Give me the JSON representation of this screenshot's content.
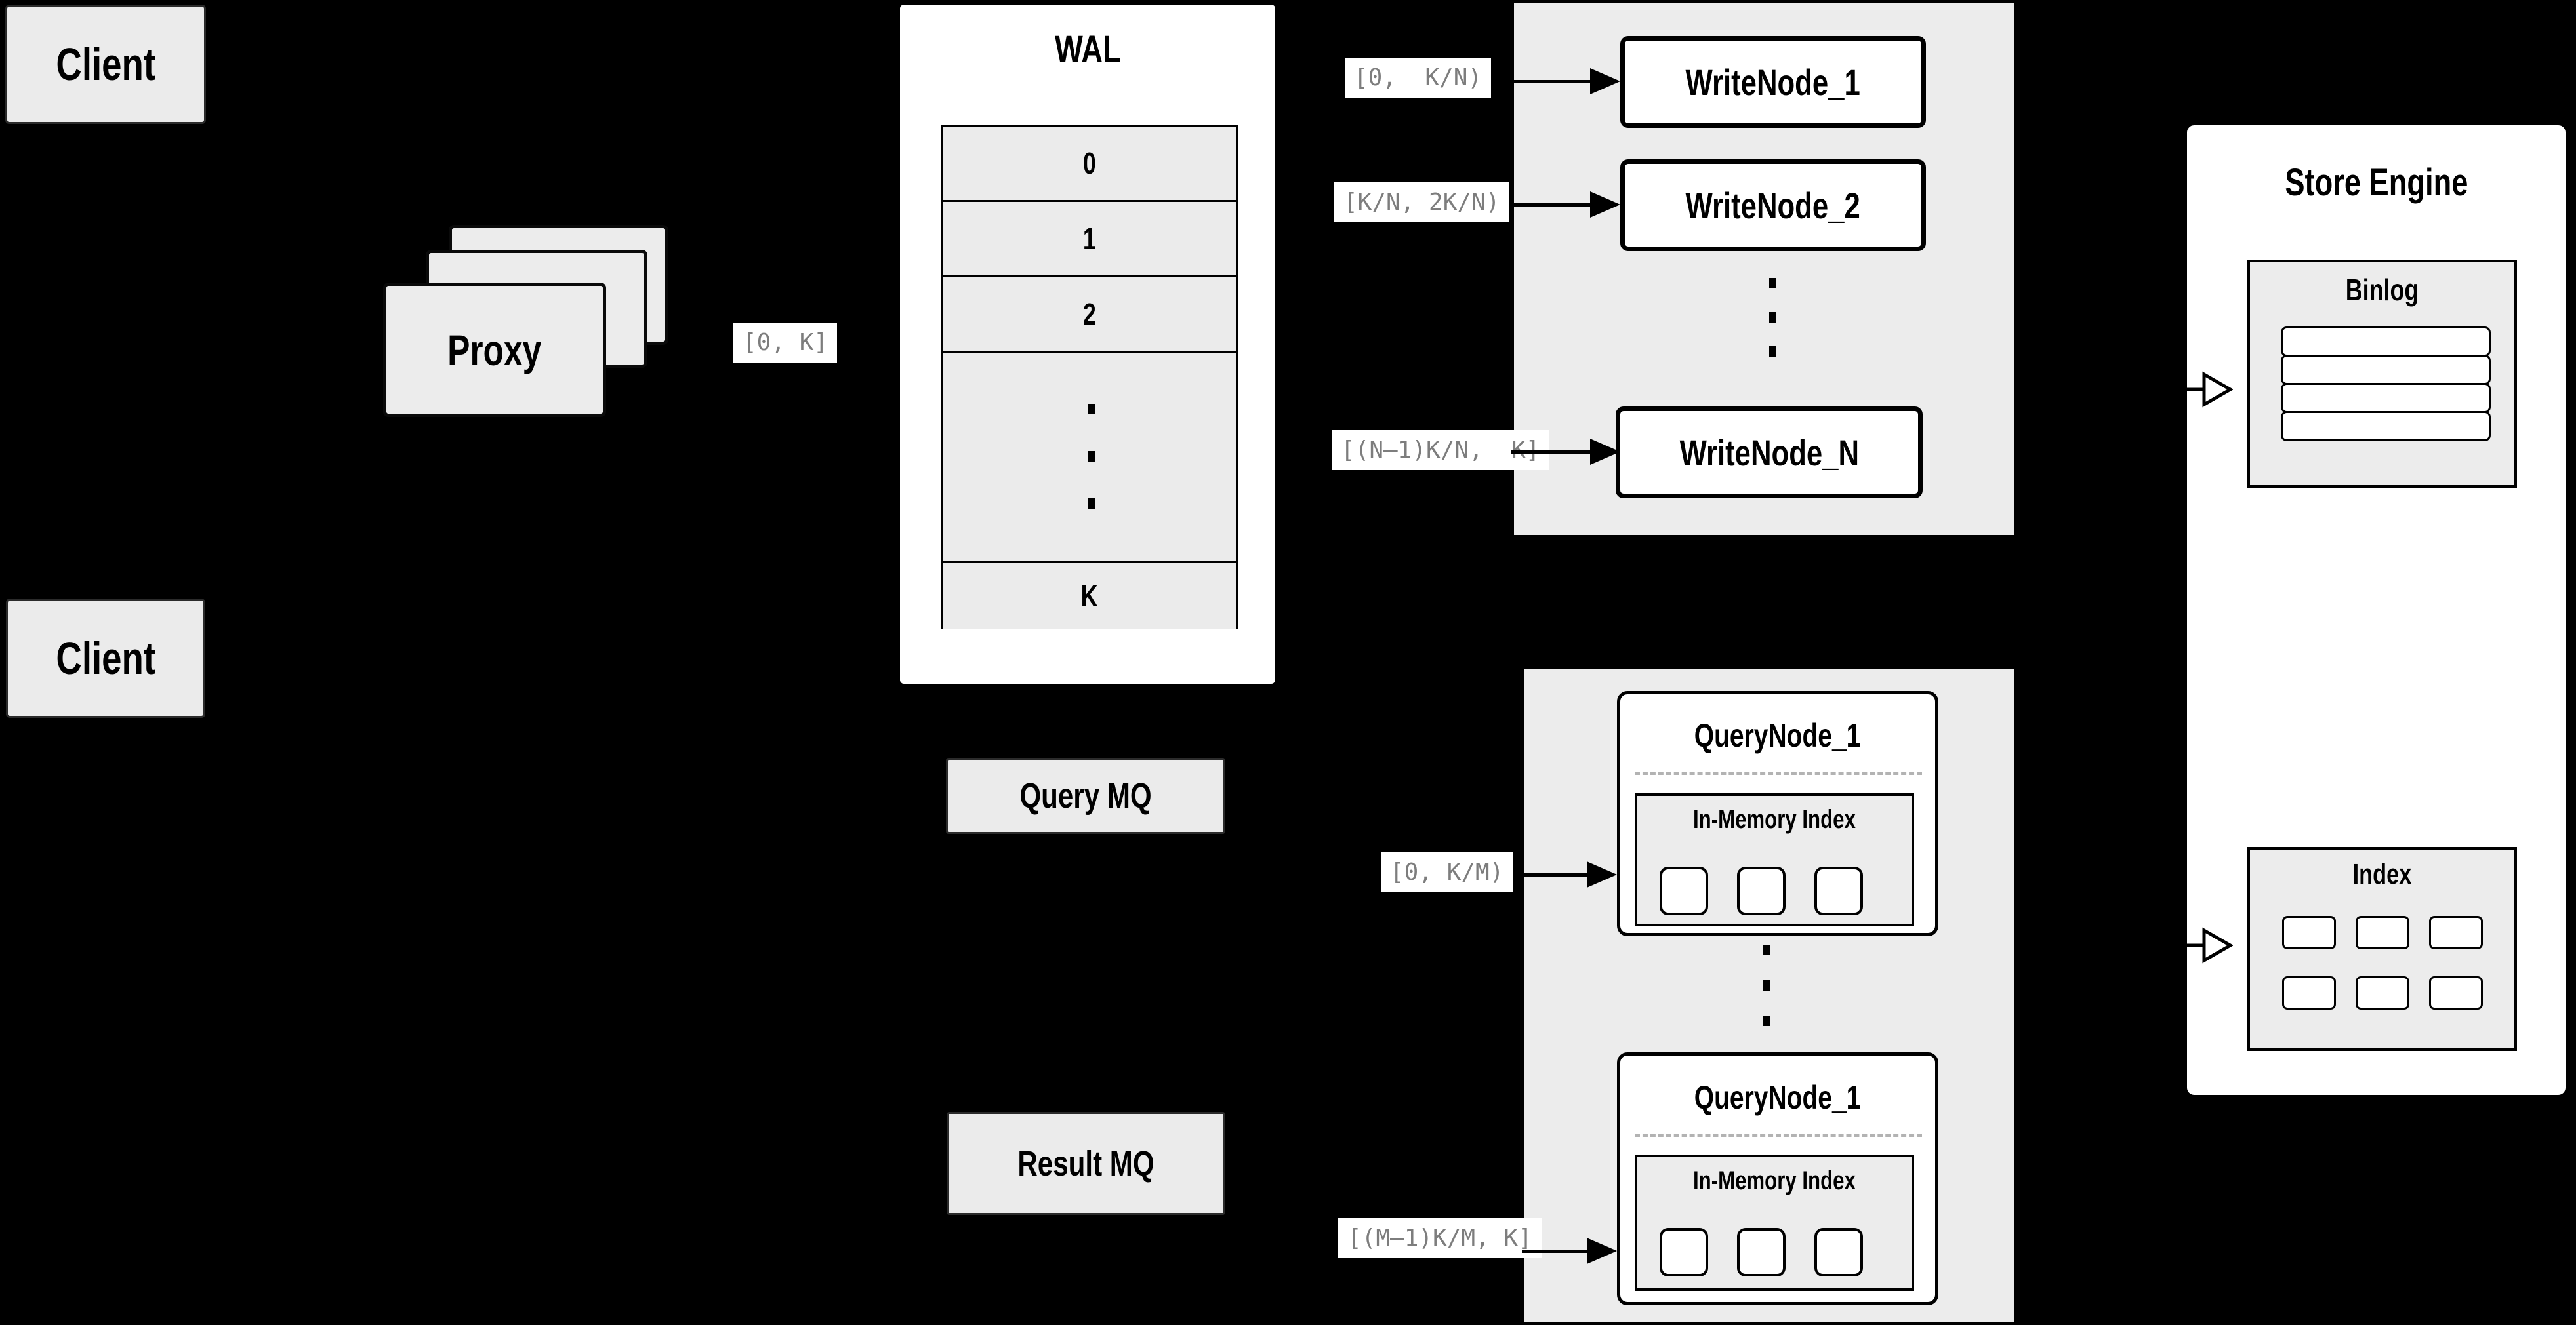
{
  "colors": {
    "background": "#000000",
    "card_fill": "#ebebeb",
    "container_fill": "#ececec",
    "node_fill": "#ffffff",
    "border": "#000000",
    "flow_label_text": "#7d7d7d"
  },
  "client_top": {
    "label": "Client"
  },
  "client_bottom": {
    "label": "Client"
  },
  "proxy": {
    "label": "Proxy"
  },
  "wal": {
    "title": "WAL",
    "rows": [
      "0",
      "1",
      "2"
    ],
    "row_k": "K"
  },
  "flow_labels": {
    "proxy_out": "[0, K]",
    "write_node_1": "[0,  K/N)",
    "write_node_2": "[K/N, 2K/N)",
    "write_node_n": "[(N–1)K/N,  K]",
    "query_node_1": "[0, K/M)",
    "query_node_m": "[(M–1)K/M, K]"
  },
  "write_nodes": {
    "node_1": "WriteNode_1",
    "node_2": "WriteNode_2",
    "node_n": "WriteNode_N"
  },
  "message_queues": {
    "query": "Query MQ",
    "result": "Result MQ"
  },
  "query_nodes": {
    "top": {
      "title": "QueryNode_1",
      "index_label": "In-Memory Index"
    },
    "bottom": {
      "title": "QueryNode_1",
      "index_label": "In-Memory Index"
    }
  },
  "store_engine": {
    "title": "Store Engine",
    "binlog_title": "Binlog",
    "index_title": "Index"
  }
}
